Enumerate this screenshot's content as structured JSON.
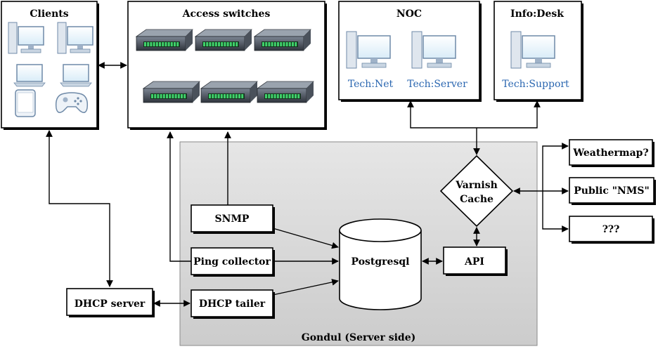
{
  "groups": {
    "clients": "Clients",
    "access_switches": "Access switches",
    "noc": "NOC",
    "infodesk": "Info:Desk",
    "gondul": "Gondul (Server side)"
  },
  "noc_stations": [
    "Tech:Net",
    "Tech:Server"
  ],
  "infodesk_station": "Tech:Support",
  "components": {
    "snmp": "SNMP",
    "ping": "Ping collector",
    "dhcp_tailer": "DHCP tailer",
    "dhcp_server": "DHCP server",
    "postgresql": "Postgresql",
    "api": "API",
    "varnish_line1": "Varnish",
    "varnish_line2": "Cache"
  },
  "outputs": [
    "Weathermap?",
    "Public \"NMS\"",
    "???"
  ]
}
